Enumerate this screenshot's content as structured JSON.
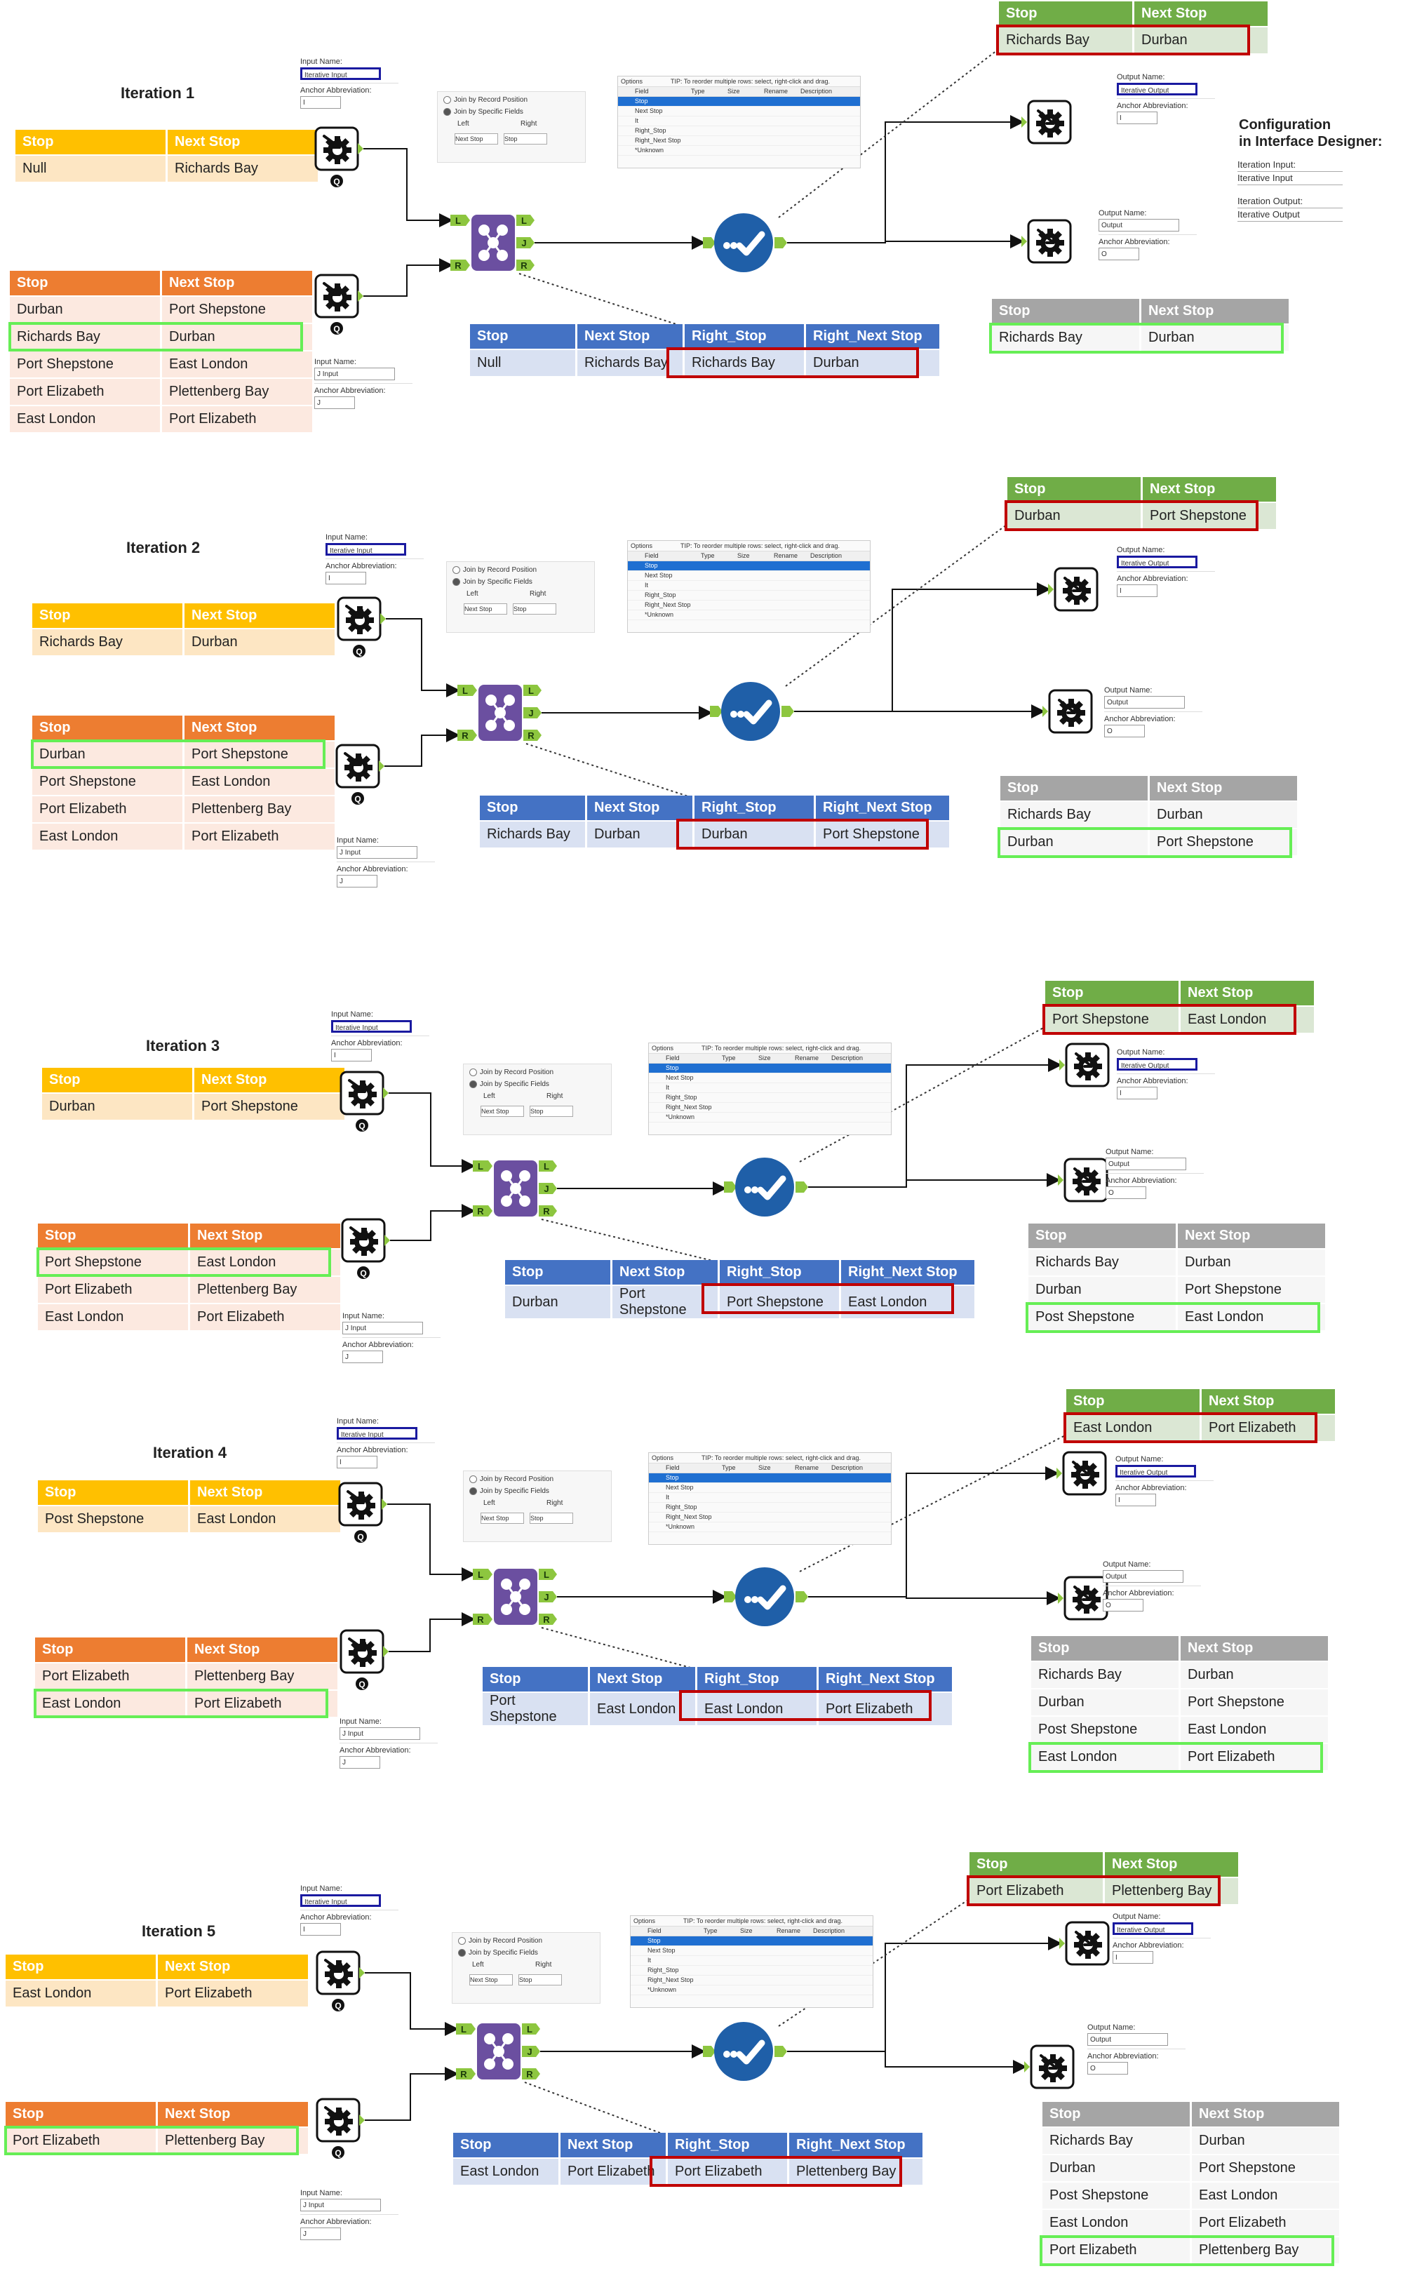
{
  "config_panel": {
    "title_line1": "Configuration",
    "title_line2": "in Interface Designer:",
    "iteration_input_label": "Iteration Input:",
    "iteration_input_value": "Iterative Input",
    "iteration_output_label": "Iteration Output:",
    "iteration_output_value": "Iterative Output"
  },
  "tool_labels": {
    "input_name": "Input Name:",
    "anchor_abbreviation": "Anchor Abbreviation:",
    "output_name": "Output Name:",
    "iterative_input": "Iterative Input",
    "iterative_output": "Iterative Output",
    "j_input": "J Input",
    "output": "Output",
    "anchor_i": "I",
    "anchor_j": "J",
    "anchor_o": "O",
    "q_badge": "Q",
    "join_l": "L",
    "join_j": "J",
    "join_r": "R",
    "join_by_position": "Join by Record Position",
    "join_by_fields": "Join by Specific Fields",
    "left": "Left",
    "right": "Right",
    "left_field": "Next Stop",
    "right_field": "Stop",
    "select_options": "Options",
    "select_tip": "TIP: To reorder multiple rows: select, right-click and drag.",
    "select_cols": [
      "Field",
      "Type",
      "Size",
      "Rename",
      "Description"
    ],
    "select_rows": [
      "Stop",
      "Next Stop",
      "It",
      "Right_Stop",
      "Right_Next Stop",
      "*Unknown"
    ]
  },
  "colors": {
    "yellow_header": "#ffc000",
    "orange_header": "#ed7d31",
    "green_header": "#70ad47",
    "grey_header": "#a5a5a5",
    "blue_header": "#4472c4",
    "highlight_green": "#66ee55",
    "highlight_red": "#c00000",
    "join_tool": "#6b4fa0",
    "select_tool": "#1f5fa8",
    "anchor": "#8dc63f"
  },
  "iterations": [
    {
      "title": "Iteration 1",
      "iter_input": {
        "headers": [
          "Stop",
          "Next Stop"
        ],
        "rows": [
          [
            "Null",
            "Richards Bay"
          ]
        ]
      },
      "j_input": {
        "headers": [
          "Stop",
          "Next Stop"
        ],
        "rows": [
          [
            "Durban",
            "Port Shepstone"
          ],
          [
            "Richards Bay",
            "Durban"
          ],
          [
            "Port Shepstone",
            "East London"
          ],
          [
            "Port Elizabeth",
            "Plettenberg Bay"
          ],
          [
            "East London",
            "Port Elizabeth"
          ]
        ]
      },
      "join_out": {
        "headers": [
          "Stop",
          "Next Stop",
          "Right_Stop",
          "Right_Next Stop"
        ],
        "rows": [
          [
            "Null",
            "Richards Bay",
            "Richards Bay",
            "Durban"
          ]
        ]
      },
      "iter_out": {
        "headers": [
          "Stop",
          "Next Stop"
        ],
        "rows": [
          [
            "Richards Bay",
            "Durban"
          ]
        ]
      },
      "final_out": {
        "headers": [
          "Stop",
          "Next Stop"
        ],
        "rows": [
          [
            "Richards Bay",
            "Durban"
          ]
        ]
      }
    },
    {
      "title": "Iteration 2",
      "iter_input": {
        "headers": [
          "Stop",
          "Next Stop"
        ],
        "rows": [
          [
            "Richards Bay",
            "Durban"
          ]
        ]
      },
      "j_input": {
        "headers": [
          "Stop",
          "Next Stop"
        ],
        "rows": [
          [
            "Durban",
            "Port Shepstone"
          ],
          [
            "Port Shepstone",
            "East London"
          ],
          [
            "Port Elizabeth",
            "Plettenberg Bay"
          ],
          [
            "East London",
            "Port Elizabeth"
          ]
        ]
      },
      "join_out": {
        "headers": [
          "Stop",
          "Next Stop",
          "Right_Stop",
          "Right_Next Stop"
        ],
        "rows": [
          [
            "Richards Bay",
            "Durban",
            "Durban",
            "Port Shepstone"
          ]
        ]
      },
      "iter_out": {
        "headers": [
          "Stop",
          "Next Stop"
        ],
        "rows": [
          [
            "Durban",
            "Port Shepstone"
          ]
        ]
      },
      "final_out": {
        "headers": [
          "Stop",
          "Next Stop"
        ],
        "rows": [
          [
            "Richards Bay",
            "Durban"
          ],
          [
            "Durban",
            "Port Shepstone"
          ]
        ]
      }
    },
    {
      "title": "Iteration 3",
      "iter_input": {
        "headers": [
          "Stop",
          "Next Stop"
        ],
        "rows": [
          [
            "Durban",
            "Port Shepstone"
          ]
        ]
      },
      "j_input": {
        "headers": [
          "Stop",
          "Next Stop"
        ],
        "rows": [
          [
            "Port Shepstone",
            "East London"
          ],
          [
            "Port Elizabeth",
            "Plettenberg Bay"
          ],
          [
            "East London",
            "Port Elizabeth"
          ]
        ]
      },
      "join_out": {
        "headers": [
          "Stop",
          "Next Stop",
          "Right_Stop",
          "Right_Next Stop"
        ],
        "rows": [
          [
            "Durban",
            "Port Shepstone",
            "Port Shepstone",
            "East London"
          ]
        ]
      },
      "iter_out": {
        "headers": [
          "Stop",
          "Next Stop"
        ],
        "rows": [
          [
            "Port Shepstone",
            "East London"
          ]
        ]
      },
      "final_out": {
        "headers": [
          "Stop",
          "Next Stop"
        ],
        "rows": [
          [
            "Richards Bay",
            "Durban"
          ],
          [
            "Durban",
            "Port Shepstone"
          ],
          [
            "Post Shepstone",
            "East London"
          ]
        ]
      }
    },
    {
      "title": "Iteration 4",
      "iter_input": {
        "headers": [
          "Stop",
          "Next Stop"
        ],
        "rows": [
          [
            "Post Shepstone",
            "East London"
          ]
        ]
      },
      "j_input": {
        "headers": [
          "Stop",
          "Next Stop"
        ],
        "rows": [
          [
            "Port Elizabeth",
            "Plettenberg Bay"
          ],
          [
            "East London",
            "Port Elizabeth"
          ]
        ]
      },
      "join_out": {
        "headers": [
          "Stop",
          "Next Stop",
          "Right_Stop",
          "Right_Next Stop"
        ],
        "rows": [
          [
            "Port Shepstone",
            "East London",
            "East London",
            "Port Elizabeth"
          ]
        ]
      },
      "iter_out": {
        "headers": [
          "Stop",
          "Next Stop"
        ],
        "rows": [
          [
            "East London",
            "Port Elizabeth"
          ]
        ]
      },
      "final_out": {
        "headers": [
          "Stop",
          "Next Stop"
        ],
        "rows": [
          [
            "Richards Bay",
            "Durban"
          ],
          [
            "Durban",
            "Port Shepstone"
          ],
          [
            "Post Shepstone",
            "East London"
          ],
          [
            "East London",
            "Port Elizabeth"
          ]
        ]
      }
    },
    {
      "title": "Iteration 5",
      "iter_input": {
        "headers": [
          "Stop",
          "Next Stop"
        ],
        "rows": [
          [
            "East London",
            "Port Elizabeth"
          ]
        ]
      },
      "j_input": {
        "headers": [
          "Stop",
          "Next Stop"
        ],
        "rows": [
          [
            "Port Elizabeth",
            "Plettenberg Bay"
          ]
        ]
      },
      "join_out": {
        "headers": [
          "Stop",
          "Next Stop",
          "Right_Stop",
          "Right_Next Stop"
        ],
        "rows": [
          [
            "East London",
            "Port Elizabeth",
            "Port Elizabeth",
            "Plettenberg Bay"
          ]
        ]
      },
      "iter_out": {
        "headers": [
          "Stop",
          "Next Stop"
        ],
        "rows": [
          [
            "Port Elizabeth",
            "Plettenberg Bay"
          ]
        ]
      },
      "final_out": {
        "headers": [
          "Stop",
          "Next Stop"
        ],
        "rows": [
          [
            "Richards Bay",
            "Durban"
          ],
          [
            "Durban",
            "Port Shepstone"
          ],
          [
            "Post Shepstone",
            "East London"
          ],
          [
            "East London",
            "Port Elizabeth"
          ],
          [
            "Port Elizabeth",
            "Plettenberg Bay"
          ]
        ]
      }
    }
  ]
}
